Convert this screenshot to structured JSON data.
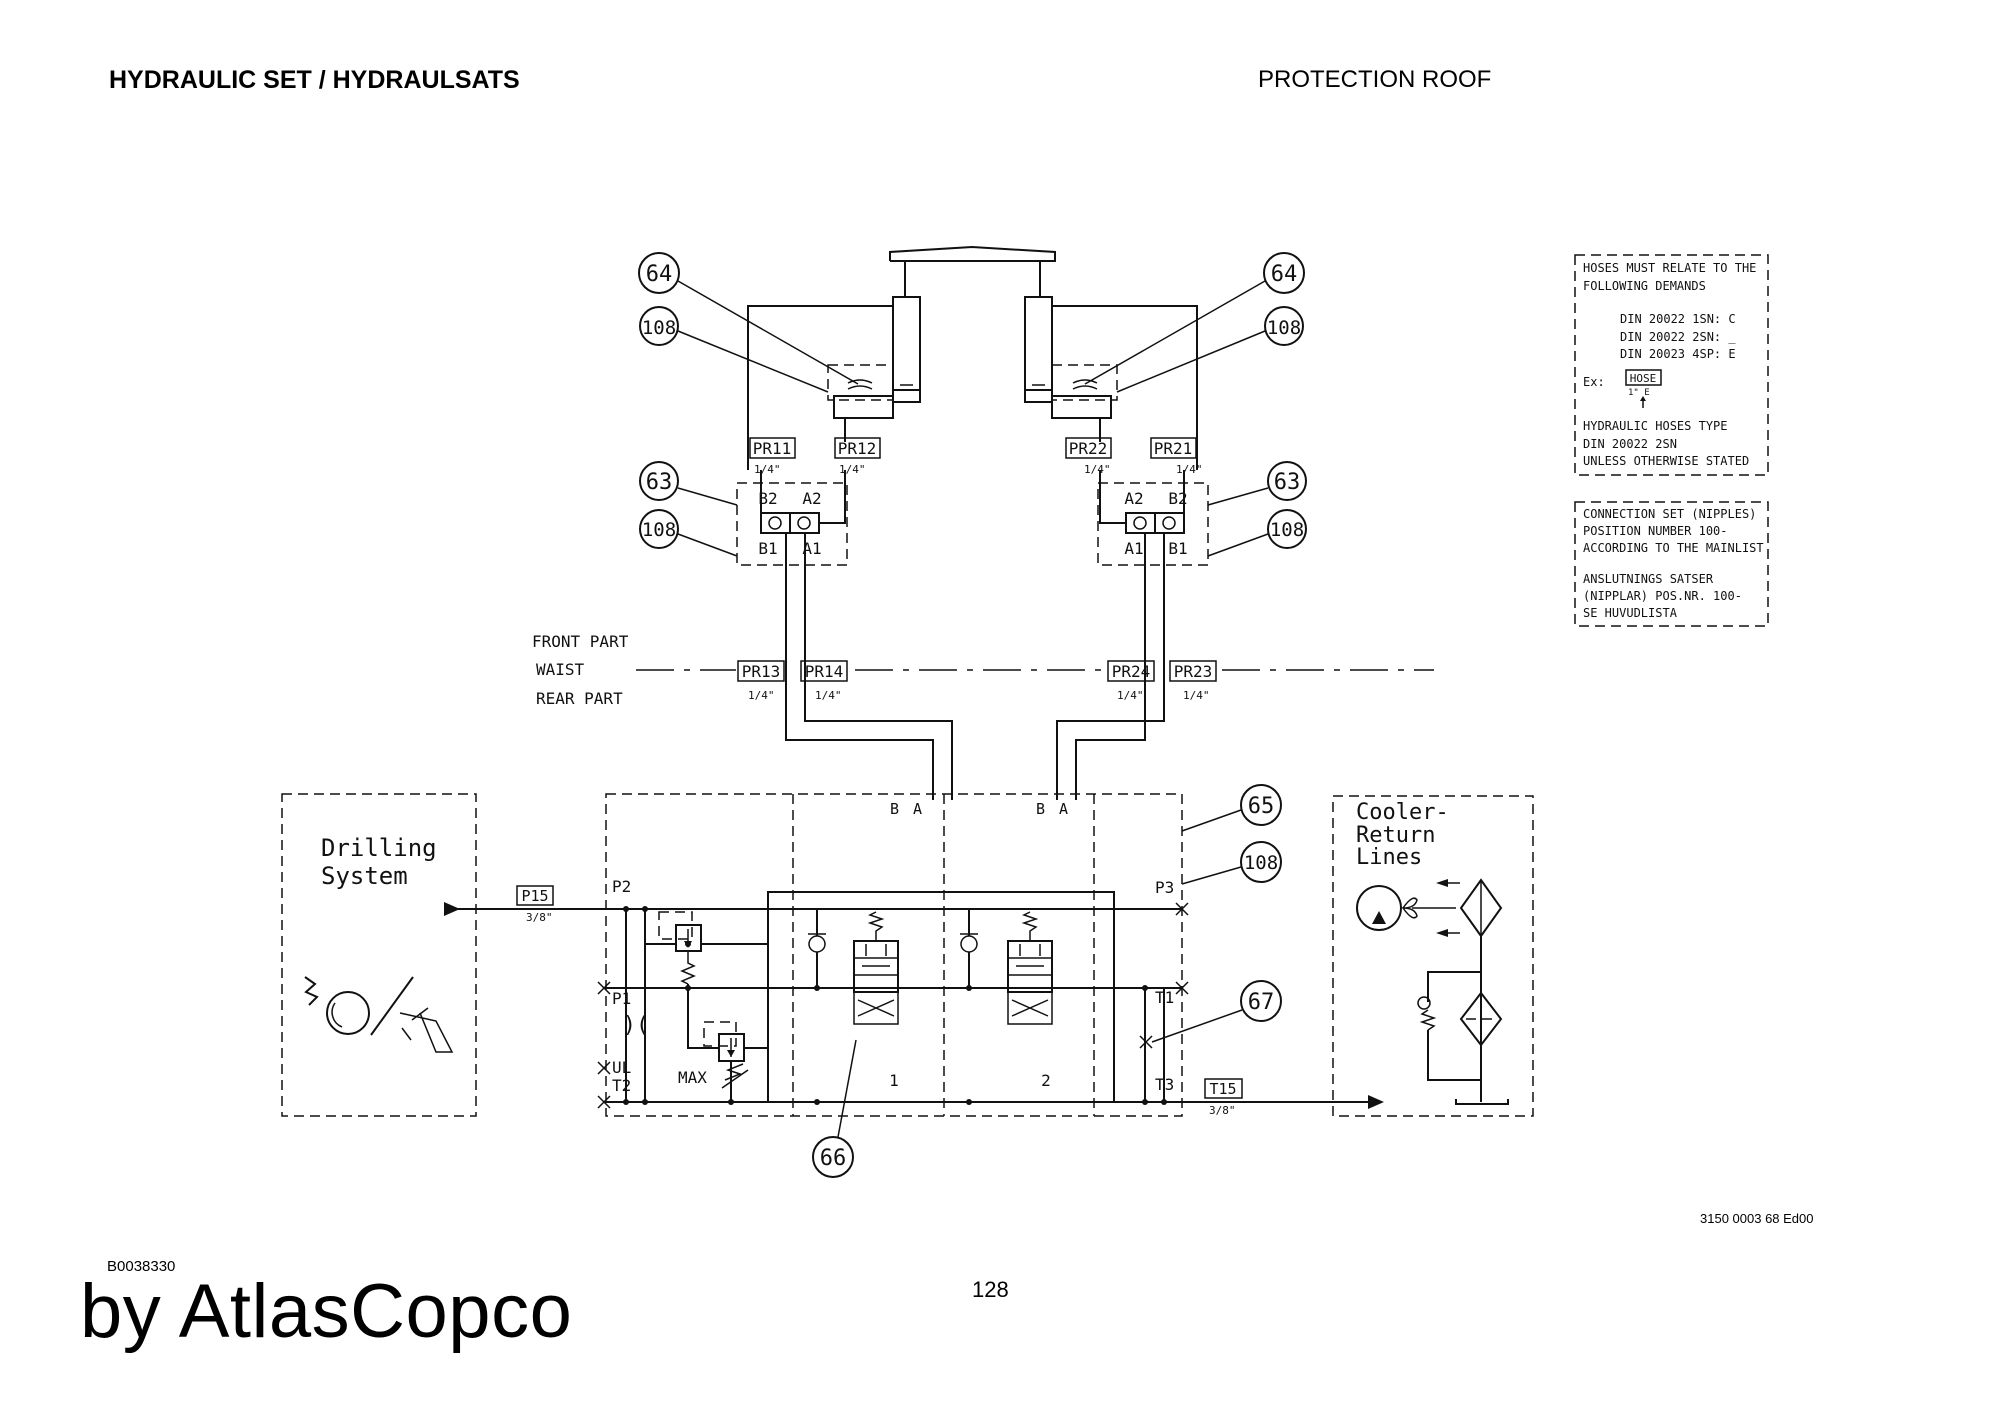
{
  "header": {
    "title": "HYDRAULIC SET / HYDRAULSATS",
    "section": "PROTECTION ROOF"
  },
  "footer": {
    "doc_number": "3150 0003 68 Ed00",
    "image_ref": "B0038330",
    "brand": "by AtlasCopco",
    "page": "128"
  },
  "diagram": {
    "balloons": {
      "b64l": "64",
      "b108l1": "108",
      "b63l": "63",
      "b108l2": "108",
      "b64r": "64",
      "b108r1": "108",
      "b63r": "63",
      "b108r2": "108",
      "b65": "65",
      "b108c": "108",
      "b67": "67",
      "b66": "66"
    },
    "ports": {
      "pr11": "PR11",
      "pr12": "PR12",
      "pr22": "PR22",
      "pr21": "PR21",
      "pr13": "PR13",
      "pr14": "PR14",
      "pr24": "PR24",
      "pr23": "PR23",
      "p15": "P15",
      "t15": "T15"
    },
    "sizes": {
      "quarter": "1/4\"",
      "threeEighth": "3/8\""
    },
    "valve_labels": {
      "b2": "B2",
      "a2": "A2",
      "b1": "B1",
      "a1": "A1",
      "b": "B",
      "a": "A",
      "p1": "P1",
      "p2": "P2",
      "p3": "P3",
      "t1": "T1",
      "t2": "T2",
      "t3": "T3",
      "ul": "UL",
      "max": "MAX",
      "sec1": "1",
      "sec2": "2"
    },
    "waist": {
      "front": "FRONT PART",
      "waist": "WAIST",
      "rear": "REAR PART"
    },
    "drilling": {
      "l1": "Drilling",
      "l2": "System"
    },
    "cooler": {
      "l1": "Cooler-",
      "l2": "Return",
      "l3": "Lines"
    },
    "note1": {
      "l1": "HOSES MUST RELATE TO THE",
      "l2": "FOLLOWING DEMANDS",
      "l3": "DIN 20022 1SN: C",
      "l4": "DIN 20022 2SN: _",
      "l5": "DIN 20023 4SP: E",
      "ex": "Ex:",
      "hose": "HOSE",
      "sub": "1\" E",
      "l6": "HYDRAULIC HOSES TYPE",
      "l7": "DIN 20022 2SN",
      "l8": "UNLESS OTHERWISE STATED"
    },
    "note2": {
      "l1": "CONNECTION SET (NIPPLES)",
      "l2": "POSITION NUMBER 100-",
      "l3": "ACCORDING TO THE MAINLIST",
      "l4": "ANSLUTNINGS SATSER",
      "l5": "(NIPPLAR) POS.NR. 100-",
      "l6": "SE HUVUDLISTA"
    }
  }
}
